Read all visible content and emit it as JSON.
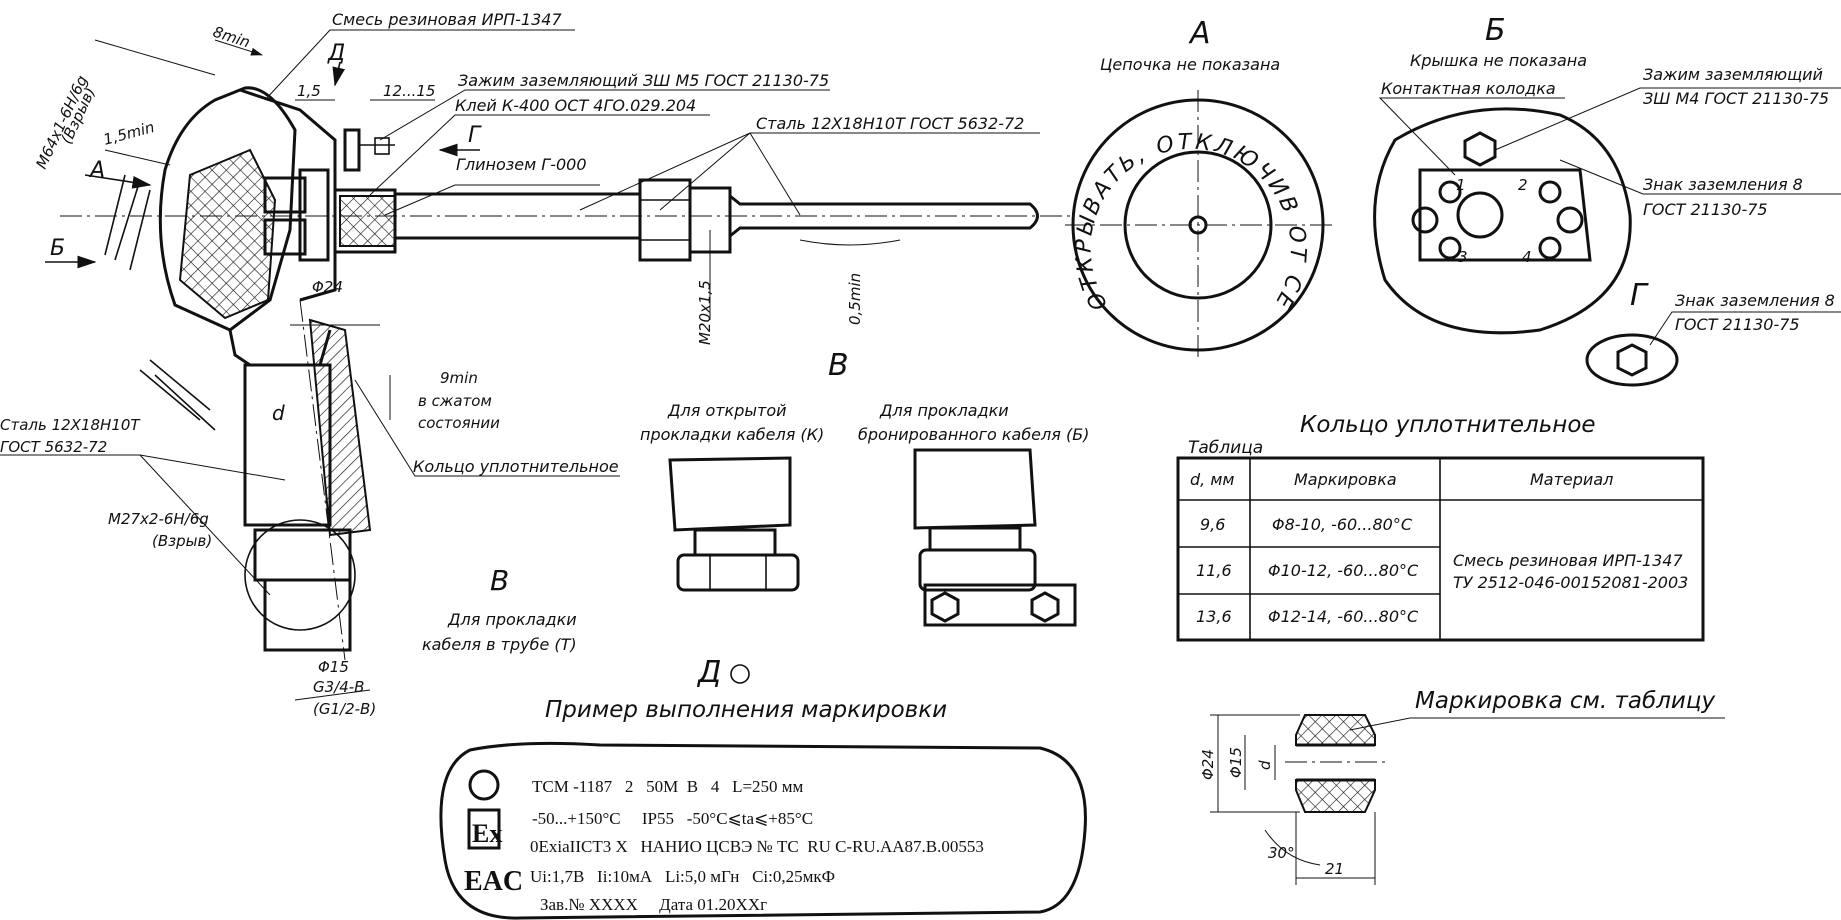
{
  "leaders": {
    "rubber": "Смесь резиновая ИРП-1347",
    "clamp_m5": "Зажим заземляющий ЗШ М5 ГОСТ 21130-75",
    "glue": "Клей К-400 ОСТ 4ГО.029.204",
    "steel_tube": "Сталь 12Х18Н10Т ГОСТ 5632-72",
    "alumina": "Глинозем Г-000",
    "steel_left_1": "Сталь 12Х18Н10Т",
    "steel_left_2": "ГОСТ 5632-72",
    "ring": "Кольцо уплотнительное",
    "compressed_1": "в сжатом",
    "compressed_2": "состоянии",
    "pipe_1": "Для прокладки",
    "pipe_2": "кабеля в трубе (Т)"
  },
  "dims": {
    "d8": "8min",
    "d1_5": "1,5",
    "d12_15": "12...15",
    "d1_5min": "1,5min",
    "thread_top": "М64х1-6Н/6g",
    "thread_top_b": "(Взрыв)",
    "phi24": "Φ24",
    "d9min": "9min",
    "d_letter": "d",
    "thread_mid": "М27х2-6Н/6g",
    "thread_mid_b": "(Взрыв)",
    "m20": "М20х1,5",
    "d0_5": "0,5min",
    "phi15": "Φ15",
    "g34": "G3/4-В",
    "g12": "(G1/2-В)"
  },
  "views": {
    "A": "А",
    "B_cyr": "Б",
    "G": "Г",
    "D": "Д",
    "V": "В",
    "A_note": "Цепочка не показана",
    "B_note": "Крышка не показана",
    "contact_block": "Контактная колодка",
    "clamp_m4_1": "Зажим заземляющий",
    "clamp_m4_2": "ЗШ М4 ГОСТ 21130-75",
    "ground_sign_1": "Знак заземления 8",
    "ground_sign_2": "ГОСТ 21130-75",
    "ground_sign_g_1": "Знак заземления 8",
    "ground_sign_g_2": "ГОСТ 21130-75",
    "warning_ring": "ОТКРЫВАТЬ, ОТКЛЮЧИВ ОТ СЕТИ",
    "pin1": "1",
    "pin2": "2",
    "pin3": "3",
    "pin4": "4"
  },
  "variants": {
    "open_1": "Для открытой",
    "open_2": "прокладки кабеля (К)",
    "armored_1": "Для прокладки",
    "armored_2": "бронированного кабеля (Б)"
  },
  "table": {
    "caption": "Таблица",
    "title": "Кольцо уплотнительное",
    "headers": [
      "d, мм",
      "Маркировка",
      "Материал"
    ],
    "rows": [
      [
        "9,6",
        "Φ8-10, -60...80°С"
      ],
      [
        "11,6",
        "Φ10-12, -60...80°С"
      ],
      [
        "13,6",
        "Φ12-14, -60...80°С"
      ]
    ],
    "material_1": "Смесь резиновая ИРП-1347",
    "material_2": "ТУ 2512-046-00152081-2003"
  },
  "marking": {
    "view": "Д",
    "title": "Пример выполнения маркировки",
    "line1": "ТСМ -1187   2   50М  В   4   L=250 мм",
    "line2": "-50...+150°С     IP55   -50°С⩽ta⩽+85°С",
    "line3": "0ExiaIICT3 X   НАНИО ЦСВЭ № ТС  RU C-RU.AA87.B.00553",
    "line4": "Ui:1,7В   Ii:10мА   Li:5,0 мГн   Ci:0,25мкФ",
    "line5": "Зав.№ ХХХХ     Дата 01.20ХХг",
    "ex_logo": "Ex",
    "eac_logo": "EAC"
  },
  "ring_detail": {
    "label": "Маркировка см. таблицу",
    "phi24": "Φ24",
    "phi15": "Φ15",
    "d": "d",
    "angle": "30°",
    "width": "21"
  }
}
